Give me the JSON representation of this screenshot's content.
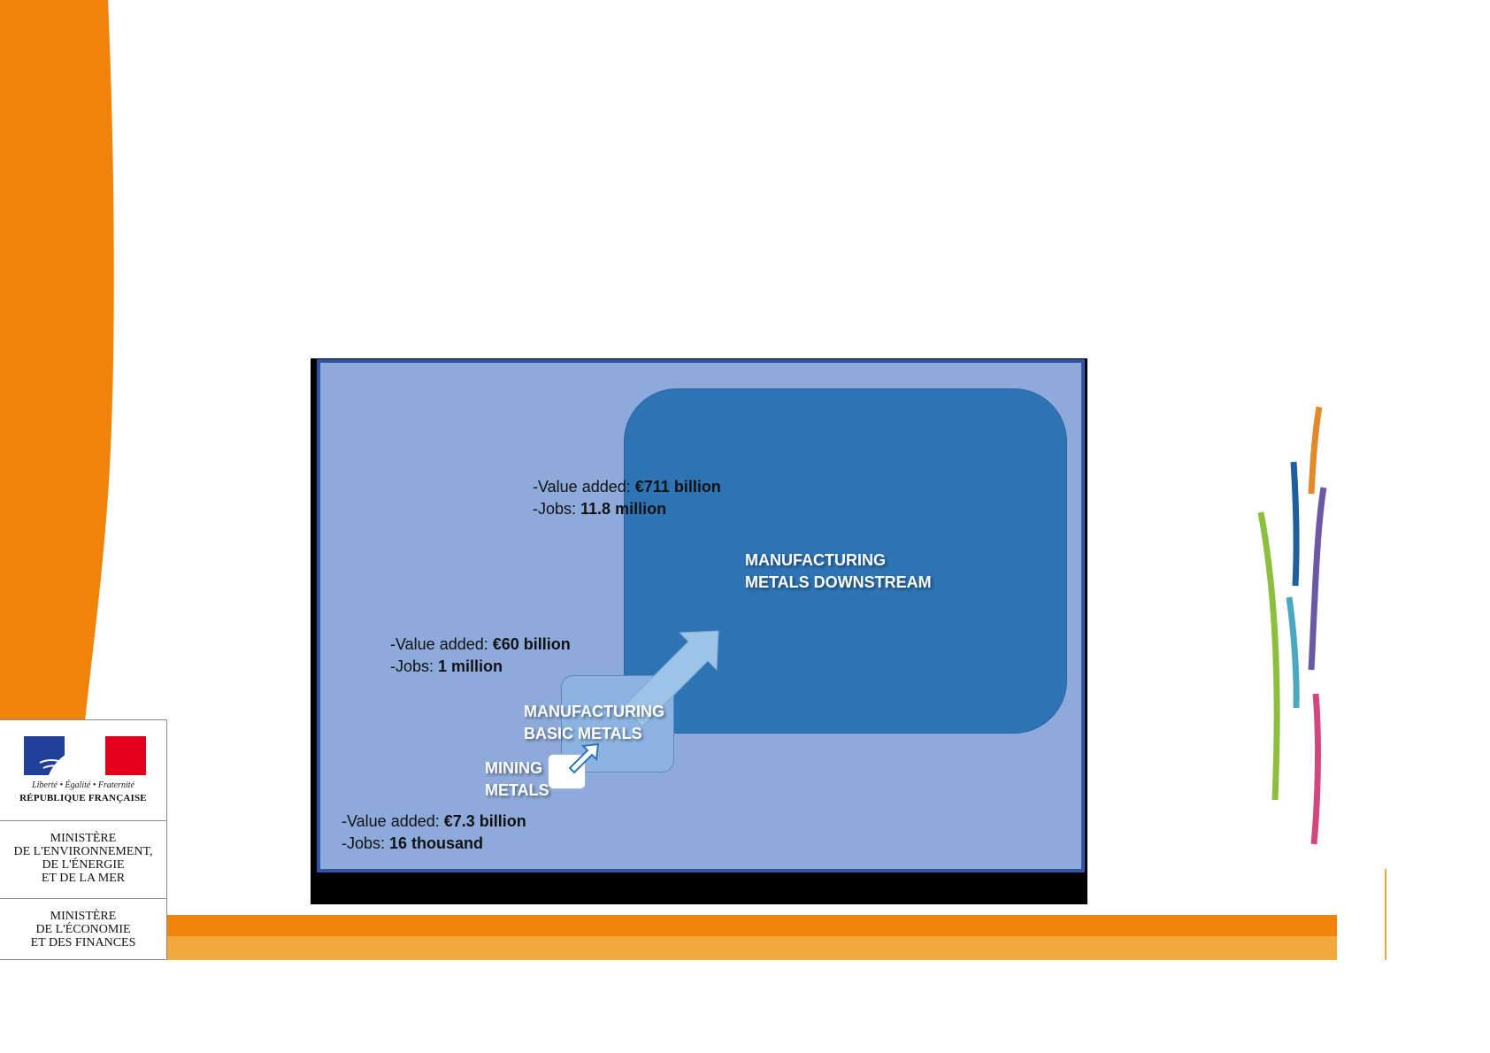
{
  "logo": {
    "motto": "Liberté • Égalité • Fraternité",
    "republic": "RÉPUBLIQUE FRANÇAISE",
    "ministry1": [
      "MINISTÈRE",
      "DE L'ENVIRONNEMENT,",
      "DE L'ÉNERGIE",
      "ET DE LA MER"
    ],
    "ministry2": [
      "MINISTÈRE",
      "DE L'ÉCONOMIE",
      "ET DES FINANCES"
    ],
    "flag_colors": {
      "blue": "#1f3f9a",
      "white": "#ffffff",
      "red": "#e2001a"
    }
  },
  "theme": {
    "orange": "#f0830a",
    "light_orange": "#f2a93b",
    "slide_bg": "#8eaadb",
    "slide_border": "#2f55a4",
    "downstream_fill": "#2e74b5",
    "basic_fill": "#8db3e2",
    "stripe_colors": [
      "#e2892b",
      "#1f5f9e",
      "#6b58a6",
      "#8dbf3f",
      "#4aa9bf",
      "#d1487f"
    ]
  },
  "diagram": {
    "stages": [
      {
        "key": "downstream",
        "label": [
          "MANUFACTURING",
          "METALS DOWNSTREAM"
        ],
        "value_prefix": "-Value added: ",
        "value": "€711 billion",
        "jobs_prefix": "-Jobs: ",
        "jobs": "11.8 million"
      },
      {
        "key": "basic",
        "label": [
          "MANUFACTURING",
          "BASIC METALS"
        ],
        "value_prefix": "-Value added: ",
        "value": "€60 billion",
        "jobs_prefix": "-Jobs:  ",
        "jobs": "1 million"
      },
      {
        "key": "mining",
        "label": [
          "MINING",
          "METALS"
        ],
        "value_prefix": "-Value added: ",
        "value": "€7.3 billion",
        "jobs_prefix": "-Jobs: ",
        "jobs": "16 thousand"
      }
    ],
    "arrow_icons": [
      "arrow-up-right-icon",
      "arrow-up-right-icon"
    ]
  }
}
